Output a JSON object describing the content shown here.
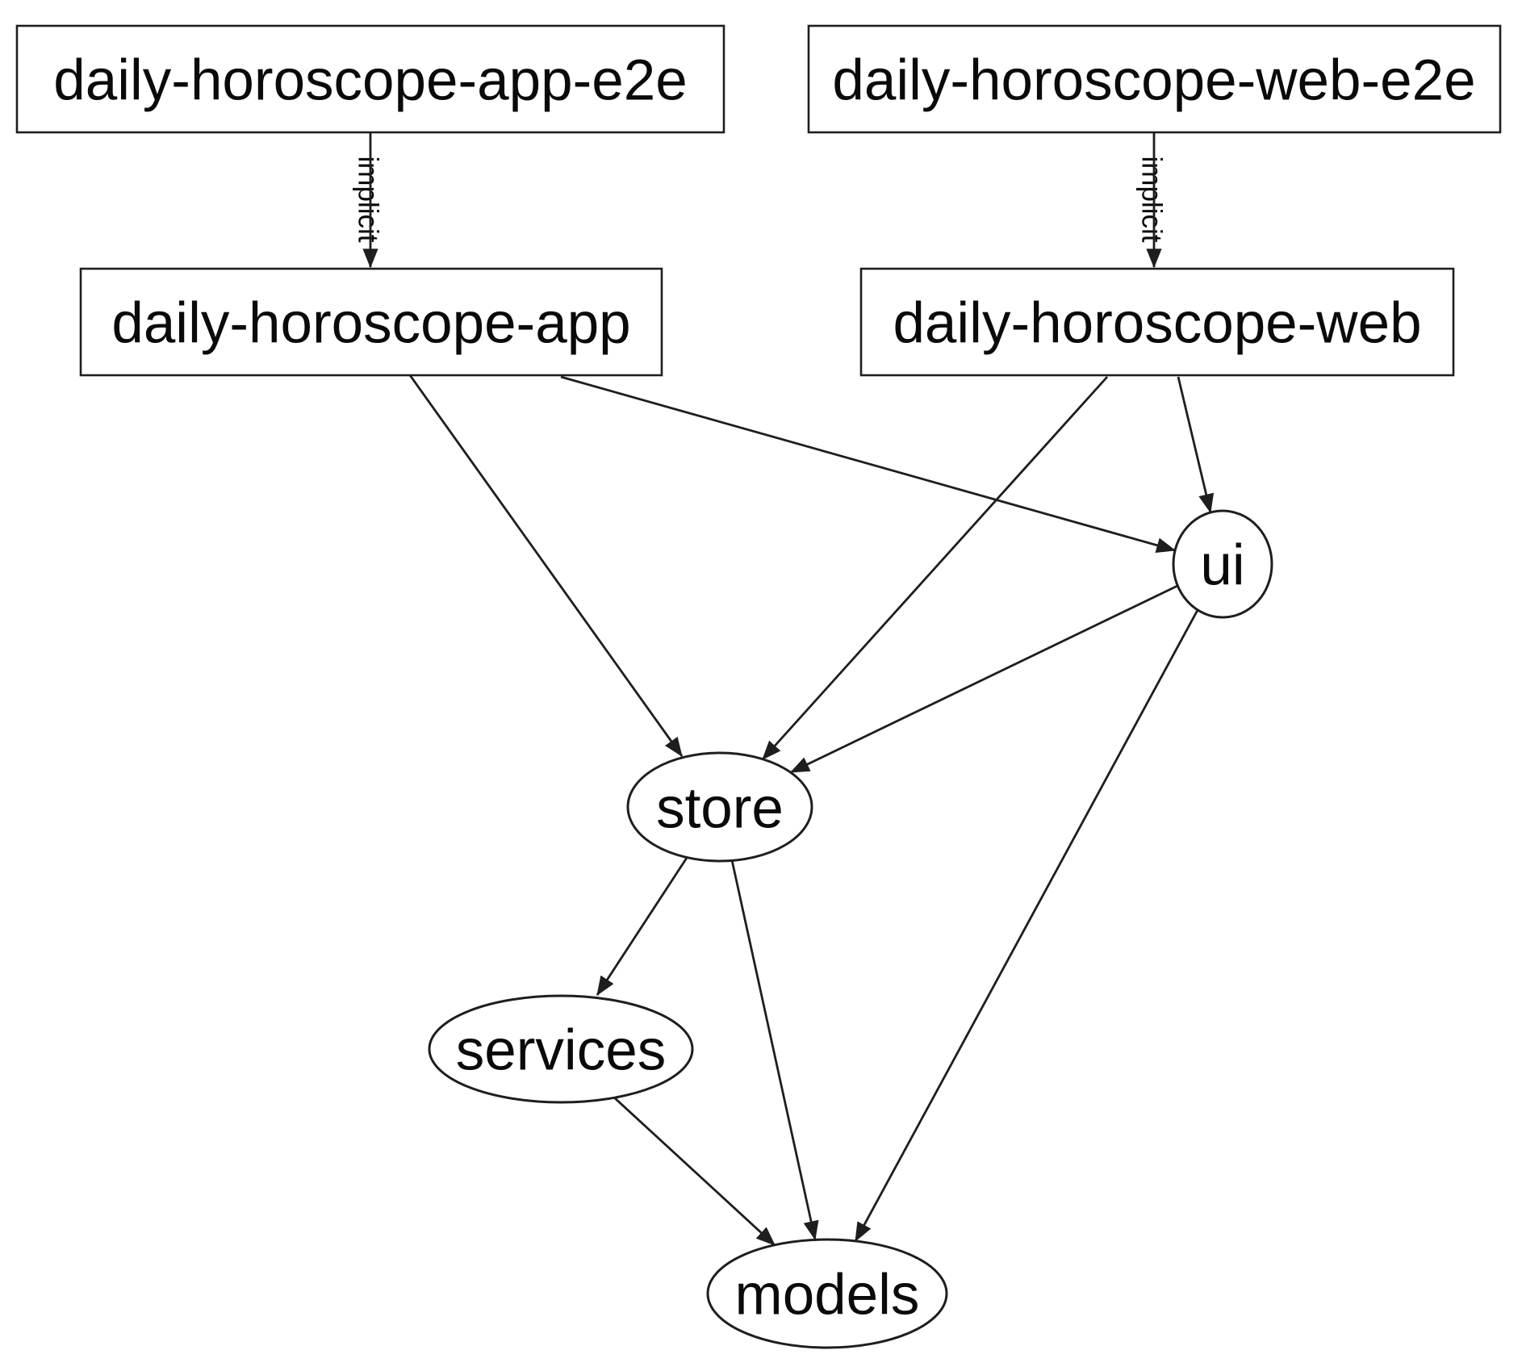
{
  "diagram": {
    "type": "dependency-graph",
    "background_color": "#ffffff",
    "node_fill_color": "#ffffff",
    "line_color": "#1e1e1e",
    "text_color": "#0a0a0a",
    "nodes": {
      "app_e2e": {
        "label": "daily-horoscope-app-e2e",
        "shape": "rectangle"
      },
      "web_e2e": {
        "label": "daily-horoscope-web-e2e",
        "shape": "rectangle"
      },
      "app": {
        "label": "daily-horoscope-app",
        "shape": "rectangle"
      },
      "web": {
        "label": "daily-horoscope-web",
        "shape": "rectangle"
      },
      "ui": {
        "label": "ui",
        "shape": "ellipse"
      },
      "store": {
        "label": "store",
        "shape": "ellipse"
      },
      "services": {
        "label": "services",
        "shape": "ellipse"
      },
      "models": {
        "label": "models",
        "shape": "ellipse"
      }
    },
    "edges": [
      {
        "from": "daily-horoscope-app-e2e",
        "to": "daily-horoscope-app",
        "label": "implicit"
      },
      {
        "from": "daily-horoscope-web-e2e",
        "to": "daily-horoscope-web",
        "label": "implicit"
      },
      {
        "from": "daily-horoscope-app",
        "to": "store"
      },
      {
        "from": "daily-horoscope-app",
        "to": "ui"
      },
      {
        "from": "daily-horoscope-web",
        "to": "store"
      },
      {
        "from": "daily-horoscope-web",
        "to": "ui"
      },
      {
        "from": "ui",
        "to": "store"
      },
      {
        "from": "ui",
        "to": "models"
      },
      {
        "from": "store",
        "to": "services"
      },
      {
        "from": "store",
        "to": "models"
      },
      {
        "from": "services",
        "to": "models"
      }
    ]
  }
}
